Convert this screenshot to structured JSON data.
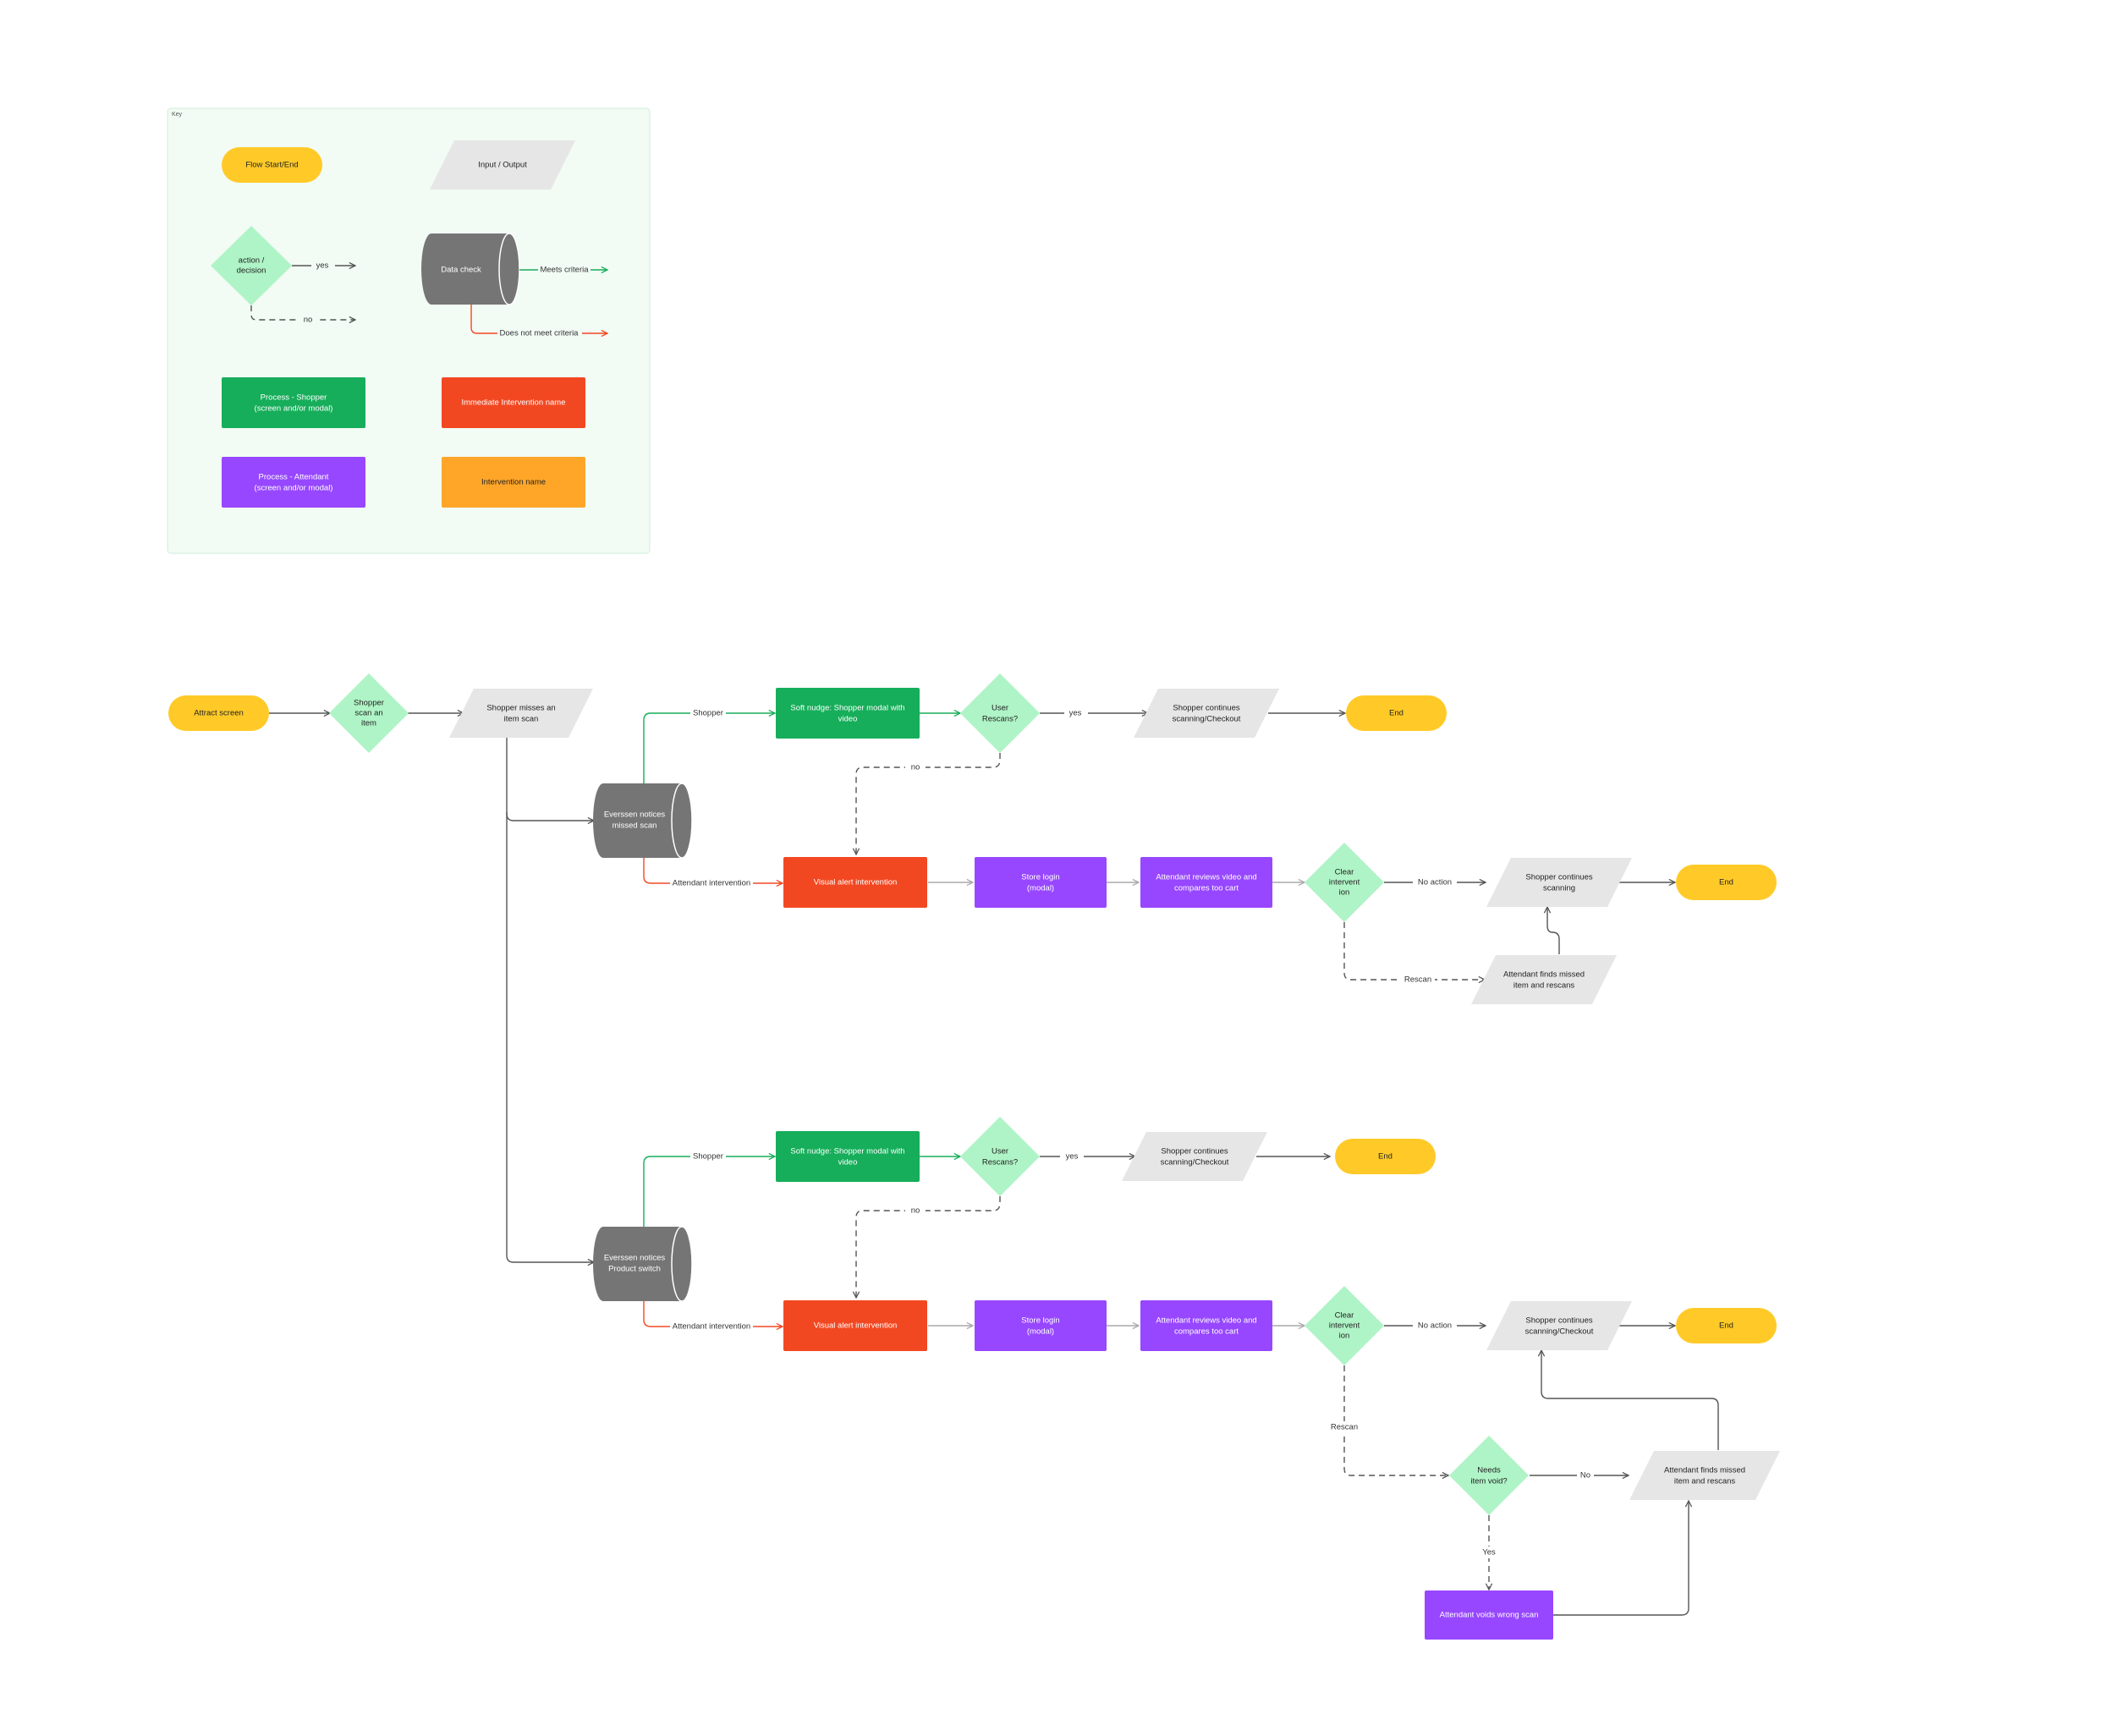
{
  "key": {
    "title": "Key",
    "flow_start_end": "Flow Start/End",
    "input_output": "Input / Output",
    "decision_line1": "action /",
    "decision_line2": "decision",
    "yes": "yes",
    "no": "no",
    "data_check": "Data check",
    "meets_criteria": "Meets criteria",
    "does_not_meet": "Does not meet criteria",
    "process_shopper_line1": "Process - Shopper",
    "process_shopper_line2": "(screen and/or modal)",
    "immediate_intervention": "Immediate Intervention name",
    "process_attendant_line1": "Process - Attendant",
    "process_attendant_line2": "(screen and/or modal)",
    "intervention_name": "Intervention name"
  },
  "colors": {
    "yellow": "#FFCA28",
    "green_process": "#16AE5A",
    "red": "#F24822",
    "purple": "#9747FF",
    "orange": "#FFA629",
    "gray_io": "#E6E6E6",
    "decision": "#AFF4C6",
    "database": "#757575",
    "key_bg": "#F2FBF4"
  },
  "flow": {
    "attract": "Attract screen",
    "scan_1": "Shopper",
    "scan_2": "scan an",
    "scan_3": "item",
    "misses_1": "Shopper misses an",
    "misses_2": "item scan",
    "shopper": "Shopper",
    "attendant_intervention": "Attendant intervention",
    "soft_nudge_1": "Soft nudge: Shopper modal with",
    "soft_nudge_2": "video",
    "rescans_1": "User",
    "rescans_2": "Rescans?",
    "yes": "yes",
    "no": "no",
    "continues_checkout_1": "Shopper continues",
    "continues_checkout_2": "scanning/Checkout",
    "end": "End",
    "everseen_missed_1": "Everssen notices",
    "everseen_missed_2": "missed scan",
    "everseen_switch_1": "Everssen notices",
    "everseen_switch_2": "Product switch",
    "visual_alert": "Visual alert intervention",
    "store_login_1": "Store login",
    "store_login_2": "(modal)",
    "reviews_1": "Attendant reviews video and",
    "reviews_2": "compares too cart",
    "clear_1": "Clear",
    "clear_2": "intervent",
    "clear_3": "ion",
    "no_action": "No action",
    "rescan": "Rescan",
    "continues_scanning_1": "Shopper continues",
    "continues_scanning_2": "scanning",
    "finds_1": "Attendant finds missed",
    "finds_2": "item and rescans",
    "needs_void_1": "Needs",
    "needs_void_2": "item void?",
    "no_cap": "No",
    "yes_cap": "Yes",
    "voids": "Attendant voids wrong scan"
  }
}
